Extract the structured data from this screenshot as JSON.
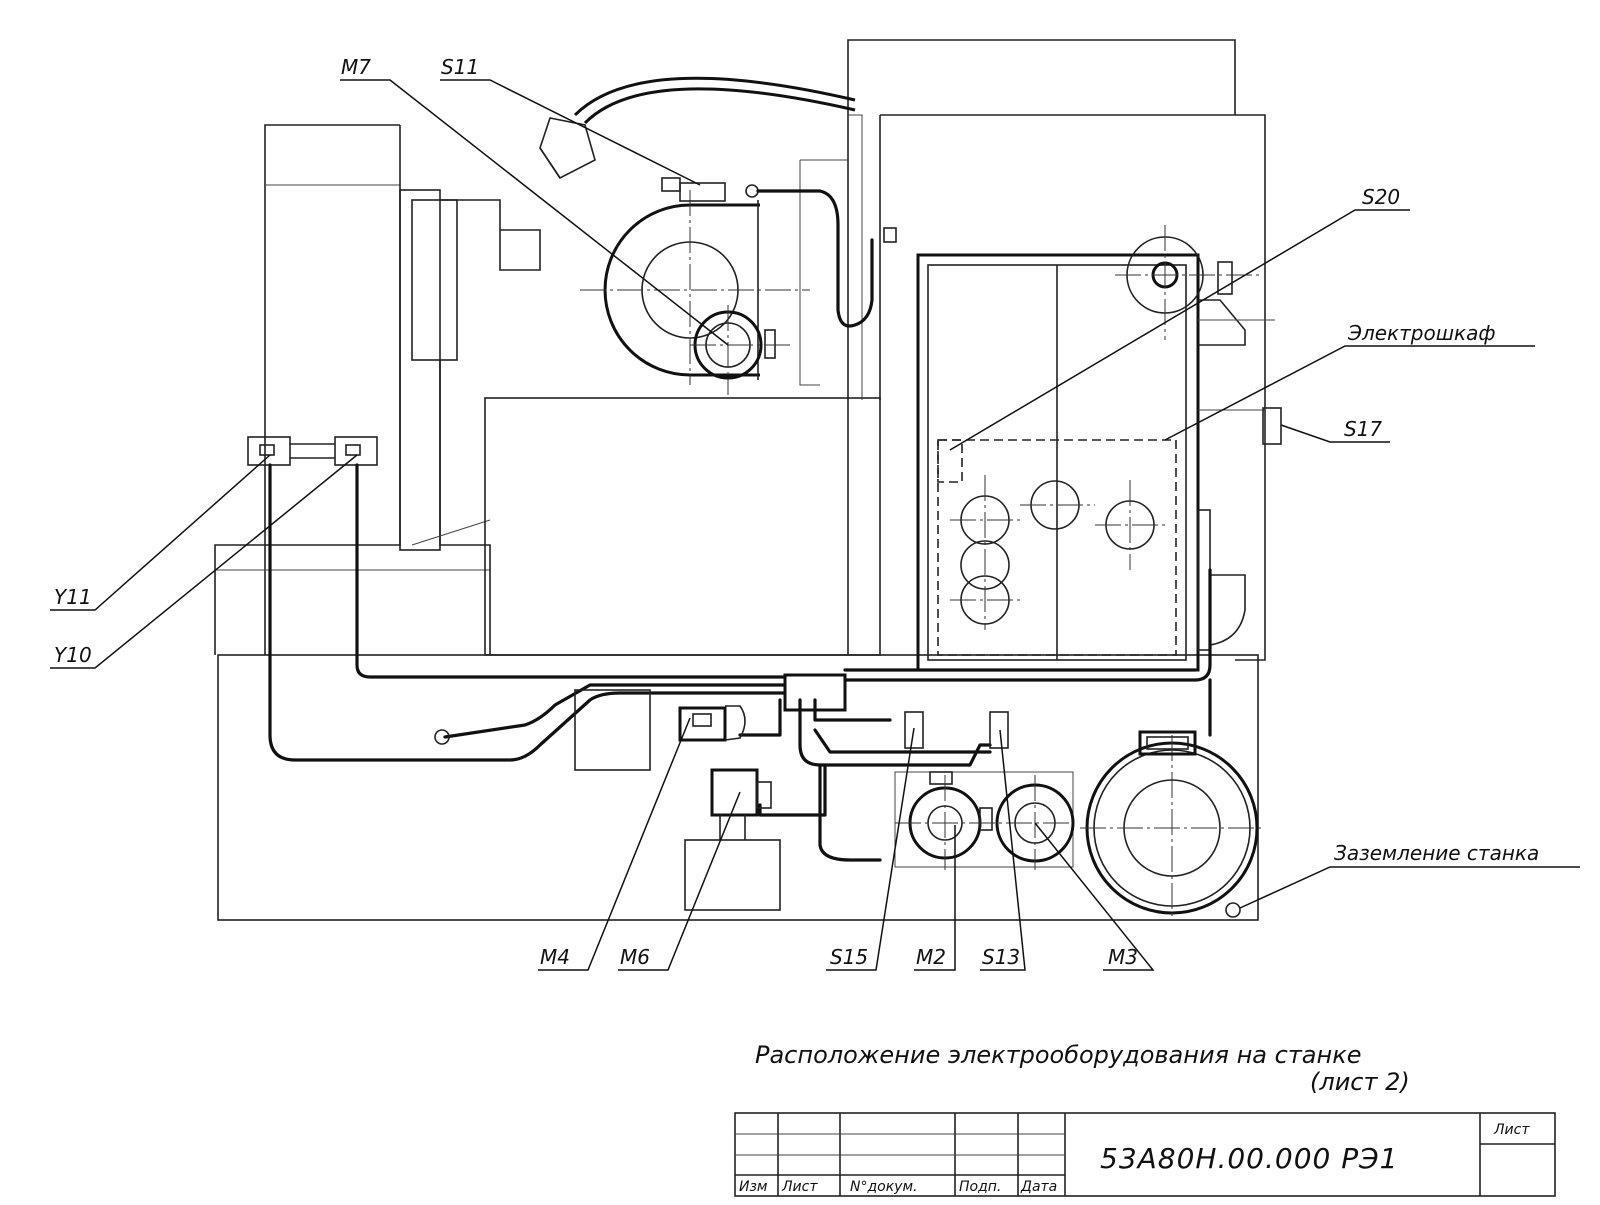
{
  "labels": {
    "m7": "M7",
    "s11": "S11",
    "s20": "S20",
    "cabinet": "Электрошкаф",
    "s17": "S17",
    "y11": "Y11",
    "y10": "Y10",
    "ground": "Заземление станка",
    "m4": "M4",
    "m6": "M6",
    "s15": "S15",
    "m2": "M2",
    "s13": "S13",
    "m3": "M3"
  },
  "caption": {
    "line1": "Расположение электрооборудования на станке",
    "line2": "(лист 2)"
  },
  "title_block": {
    "col_izm": "Изм",
    "col_list": "Лист",
    "col_doc": "N°докум.",
    "col_podp": "Подп.",
    "col_date": "Дата",
    "doc_number": "53А80Н.00.000 РЭ1",
    "sheet_label": "Лист"
  },
  "colors": {
    "ink": "#111111",
    "paper": "#ffffff"
  }
}
